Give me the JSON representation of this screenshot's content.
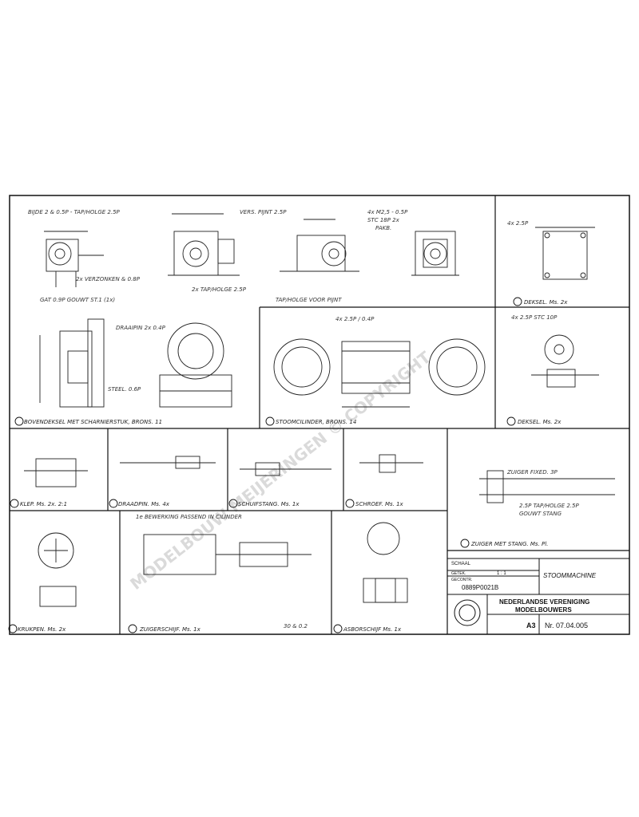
{
  "panels": [
    {
      "id": "1",
      "label": "BOVENDEKSEL MET SCHARNIERSTUK, BRONS. 11"
    },
    {
      "id": "2",
      "label": "STOOMCILINDER, BRONS. 14"
    },
    {
      "id": "3",
      "label": "DEKSEL. Ms. 2x"
    },
    {
      "id": "4",
      "label": "DEKSEL. Ms. 2x"
    },
    {
      "id": "5",
      "label": "ZUIGER MET STANG. Ms. Pl."
    },
    {
      "id": "6",
      "label": "KRUKPEN. Ms. 2x"
    },
    {
      "id": "7",
      "label": "ZUIGERSCHIJF. Ms. 1x"
    },
    {
      "id": "8",
      "label": "ASBORSCHIJF Ms. 1x"
    },
    {
      "id": "9",
      "label": "KLEP. Ms. 2x. 2:1"
    },
    {
      "id": "10",
      "label": "DRAADPIN. Ms. 4x"
    },
    {
      "id": "11",
      "label": "SCHUIFSTANG. Ms. 1x"
    },
    {
      "id": "12",
      "label": "SCHROEF. Ms. 1x"
    }
  ],
  "notes": {
    "p1a": "BIJDE 2 & 0.5P - TAP/HOLGE 2.5P",
    "p1b": "2x VERZONKEN & 0.8P",
    "p1c": "GAT 0.9P GOUWT ST.1 (1x)",
    "p1d": "VERS. PIJNT 2.5P",
    "p1e": "2x TAP/HOLGE 2.5P",
    "p1f": "TAP/HOLGE VOOR PIJNT",
    "p1g": "4x M2,5 - 0.5P",
    "p1h": "STC 18P 2x",
    "p1i": "PAKB.",
    "p1j": "DRAAIPIN 2x 0.4P",
    "p1k": "STEEL. 0.6P",
    "p2a": "4x 2.5P / 0.4P",
    "p3a": "4x 2.5P STC 10P",
    "p4a": "4x 2.5P",
    "p5a": "ZUIGER FIXED. 3P",
    "p5b": "2.5P TAP/HOLGE 2.5P",
    "p5c": "GOUWT STANG",
    "p7a": "1e BEWERKING PASSEND IN CILINDER",
    "p7b": "30 & 0.2"
  },
  "watermark": "MODELBOUW MEIJERINGEN © COPYRIGHT",
  "title_block": {
    "scale_label": "SCHAAL",
    "scale_value": "1 : 1",
    "drawn_label": "GETEK.",
    "checked_label": "GECONTR.",
    "code": "0889P0021B",
    "title": "STOOMMACHINE",
    "org_line1": "NEDERLANDSE VERENIGING",
    "org_line2": "MODELBOUWERS",
    "sheet_size": "A3",
    "number": "Nr. 07.04.005"
  },
  "colors": {
    "ink": "#111111",
    "paper": "#ffffff",
    "watermark": "#bdbdbd"
  }
}
